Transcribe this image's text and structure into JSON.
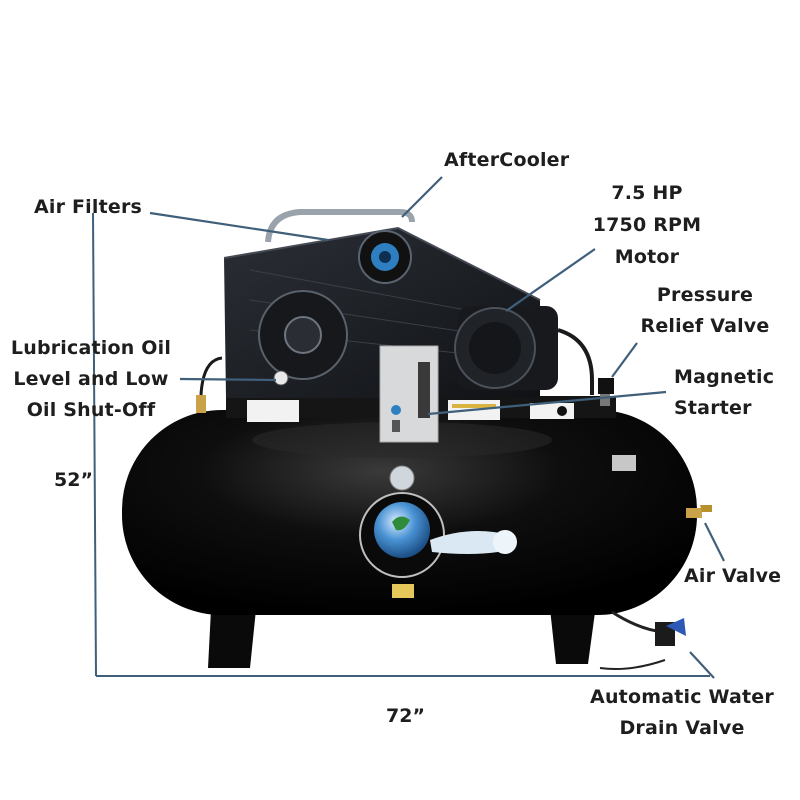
{
  "callouts": {
    "after_cooler": "AfterCooler",
    "air_filters": "Air Filters",
    "motor_line1": "7.5 HP",
    "motor_line2": "1750 RPM",
    "motor_line3": "Motor",
    "pressure_relief_line1": "Pressure",
    "pressure_relief_line2": "Relief Valve",
    "lube_line1": "Lubrication Oil",
    "lube_line2": "Level and Low",
    "lube_line3": "Oil Shut-Off",
    "magnetic_line1": "Magnetic",
    "magnetic_line2": "Starter",
    "air_valve": "Air Valve",
    "drain_line1": "Automatic Water",
    "drain_line2": "Drain Valve"
  },
  "dimensions": {
    "height": "52”",
    "width": "72”"
  },
  "colors": {
    "leader_line": "#3f5f7a",
    "tank": "#0b0b0b",
    "accent_blue": "#2d7fc1"
  }
}
